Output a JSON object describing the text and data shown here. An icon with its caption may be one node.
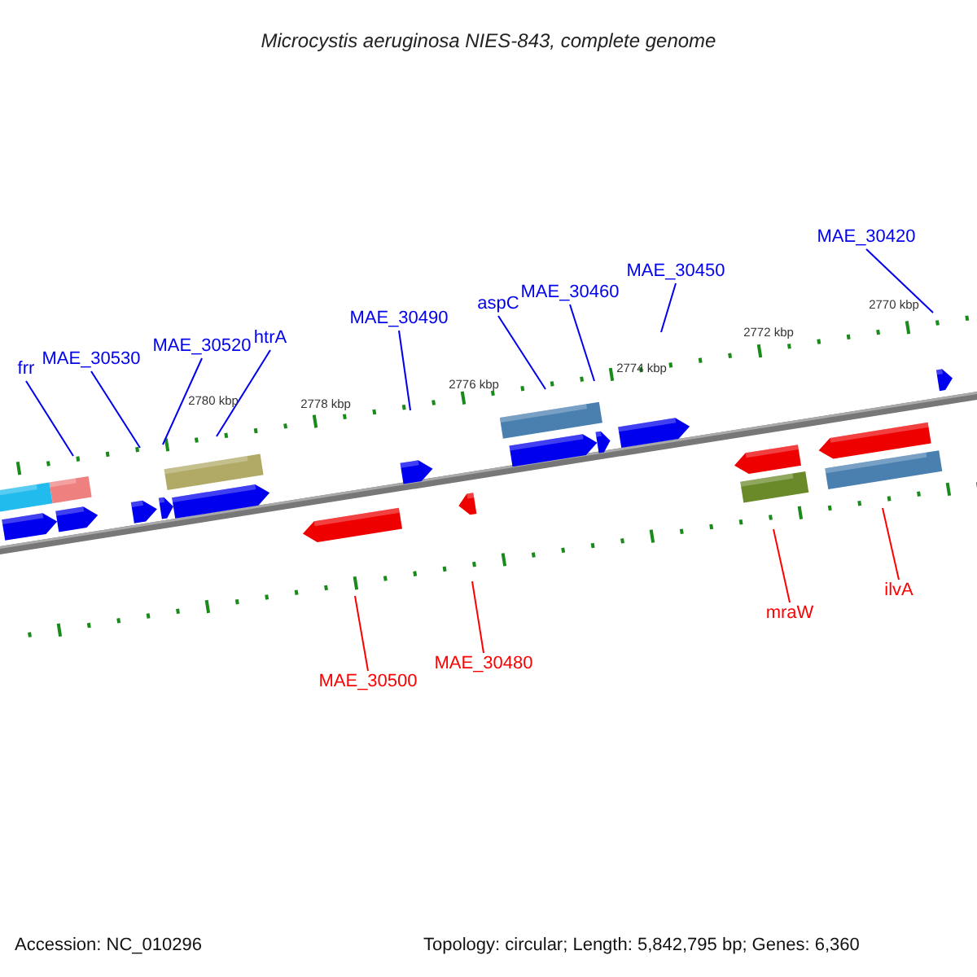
{
  "diagram": {
    "title": "Microcystis aeruginosa NIES-843, complete genome",
    "nodes": [
      {
        "text": [
          "frr"
        ]
      },
      {
        "text": [
          "MAE_30530"
        ]
      },
      {
        "text": [
          "MAE_30520"
        ]
      },
      {
        "text": [
          "htrA"
        ]
      },
      {
        "text": [
          "MAE_30490"
        ]
      },
      {
        "text": [
          "aspC"
        ]
      },
      {
        "text": [
          "MAE_30460"
        ]
      },
      {
        "text": [
          "MAE_30450"
        ]
      },
      {
        "text": [
          "MAE_30420"
        ]
      },
      {
        "text": [
          "MAE_30500"
        ]
      },
      {
        "text": [
          "MAE_30480"
        ]
      },
      {
        "text": [
          "mraW"
        ]
      },
      {
        "text": [
          "ilvA"
        ]
      }
    ],
    "edges": [
      {
        "from": 0,
        "to": null,
        "arrow": "none"
      },
      {
        "from": 1,
        "to": null,
        "arrow": "none"
      },
      {
        "from": 2,
        "to": null,
        "arrow": "none"
      },
      {
        "from": 3,
        "to": null,
        "arrow": "none"
      },
      {
        "from": 4,
        "to": null,
        "arrow": "none"
      },
      {
        "from": 5,
        "to": null,
        "arrow": "none"
      },
      {
        "from": 6,
        "to": null,
        "arrow": "none"
      },
      {
        "from": 7,
        "to": null,
        "arrow": "none"
      },
      {
        "from": 8,
        "to": null,
        "arrow": "none"
      },
      {
        "from": 9,
        "to": null,
        "arrow": "none",
        "color": "#ff0000"
      },
      {
        "from": 10,
        "to": null,
        "arrow": "none",
        "color": "#ff0000"
      },
      {
        "from": 11,
        "to": null,
        "arrow": "none",
        "color": "#ff0000"
      },
      {
        "from": 12,
        "to": null,
        "arrow": "none",
        "color": "#ff0000"
      }
    ],
    "labels": [
      "2770 kbp",
      "2772 kbp",
      "2774 kbp",
      "2776 kbp",
      "2778 kbp",
      "2780 kbp",
      "Accession: NC_010296",
      "Topology: circular; Length: 5,842,795 bp; Genes: 6,360"
    ]
  }
}
